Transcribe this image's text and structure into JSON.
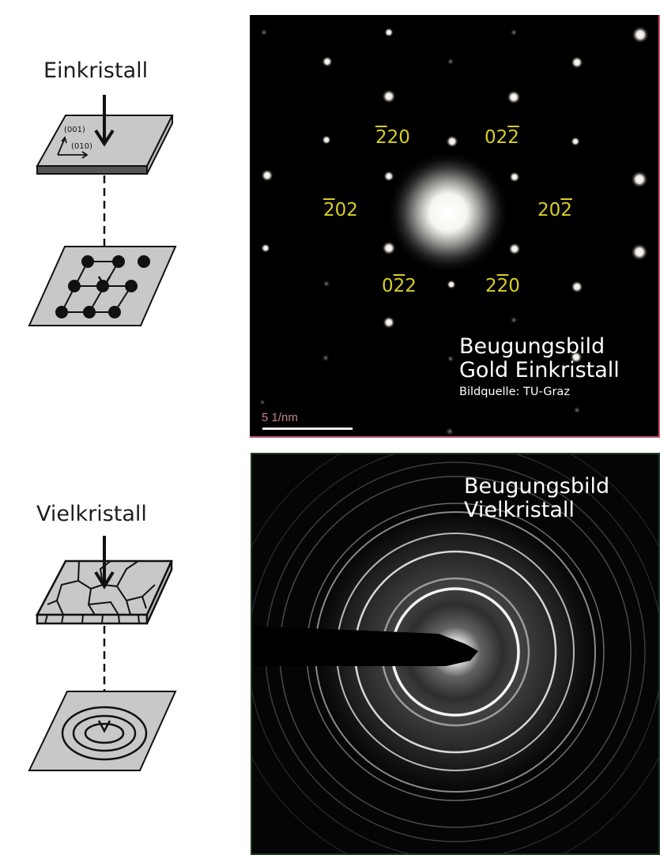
{
  "left": {
    "single_crystal": {
      "title": "Einkristall",
      "axis_labels": [
        "(001)",
        "(010)"
      ]
    },
    "polycrystal": {
      "title": "Vielkristall"
    }
  },
  "top_panel": {
    "caption_line1": "Beugungsbild",
    "caption_line2": "Gold Einkristall",
    "source": "Bildquelle: TU-Graz",
    "scale_label": "5 1/nm",
    "border_color": "#c4536a",
    "miller_indices": [
      {
        "pos": "upper-left",
        "digits": [
          "2",
          "2",
          "0"
        ],
        "bar_on": 0
      },
      {
        "pos": "upper-right",
        "digits": [
          "0",
          "2",
          "2"
        ],
        "bar_on": 2
      },
      {
        "pos": "left",
        "digits": [
          "2",
          "0",
          "2"
        ],
        "bar_on": 0
      },
      {
        "pos": "right",
        "digits": [
          "2",
          "0",
          "2"
        ],
        "bar_on": 2
      },
      {
        "pos": "lower-left",
        "digits": [
          "0",
          "2",
          "2"
        ],
        "bar_on": 1
      },
      {
        "pos": "lower-right",
        "digits": [
          "2",
          "2",
          "0"
        ],
        "bar_on": 1
      }
    ],
    "label_color": "#d8cf22"
  },
  "bottom_panel": {
    "caption_line1": "Beugungsbild",
    "caption_line2": "Vielkristall",
    "border_color": "#1f3a24"
  }
}
